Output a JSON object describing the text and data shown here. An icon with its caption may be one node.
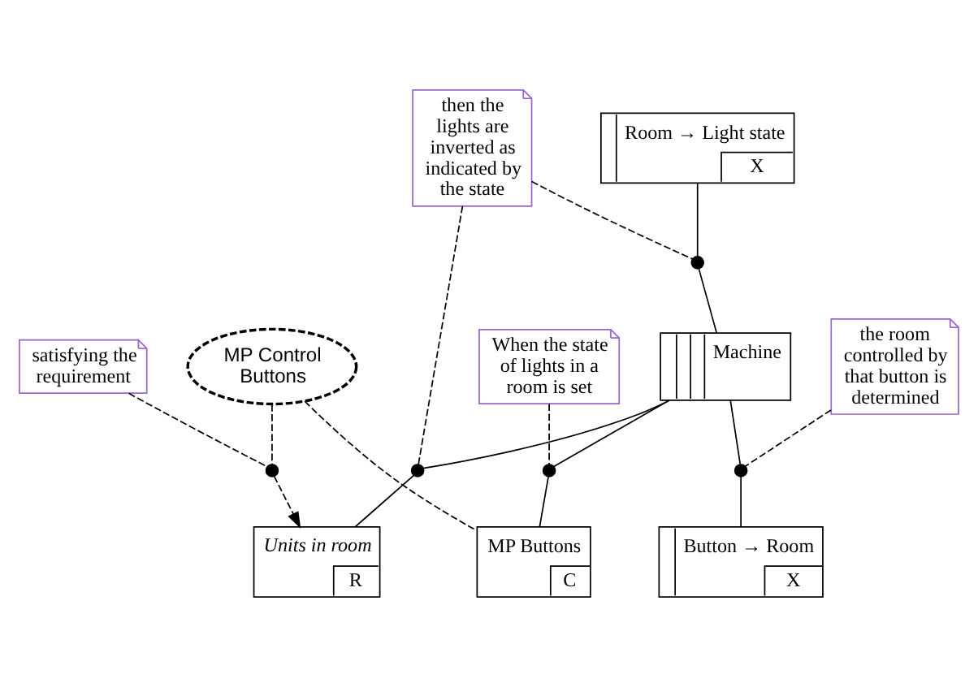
{
  "diagram": {
    "nodes": [
      {
        "text": [
          "then the lights are inverted as indicated by the state"
        ]
      },
      {
        "text": [
          "Room → Light state",
          "X"
        ]
      },
      {
        "text": [
          "Units in room",
          "R"
        ]
      },
      {
        "text": [
          "satisfying the requirement"
        ]
      },
      {
        "text": [
          "Machine"
        ]
      },
      {
        "text": [
          "MP Control Buttons"
        ]
      },
      {
        "text": [
          "the room controlled by that button is determined"
        ]
      },
      {
        "text": [
          "Button → Room",
          "X"
        ]
      },
      {
        "text": [
          "MP Buttons",
          "C"
        ]
      },
      {
        "text": [
          "When the state of lights in a room is set"
        ]
      },
      {
        "text": [],
        "shape": "circle"
      },
      {
        "text": [],
        "shape": "circle"
      },
      {
        "text": [],
        "shape": "circle"
      },
      {
        "text": [],
        "shape": "circle"
      },
      {
        "text": [],
        "shape": "circle"
      }
    ],
    "edges": [
      {
        "from": 1,
        "to": 12,
        "arrow": "none"
      },
      {
        "from": 12,
        "to": 4,
        "arrow": "none"
      },
      {
        "from": 4,
        "to": 11,
        "arrow": "none"
      },
      {
        "from": 11,
        "to": 2,
        "arrow": "none"
      },
      {
        "from": 5,
        "to": 10,
        "arrow": "none",
        "style": "dashed"
      },
      {
        "from": 10,
        "to": 2,
        "arrow": "to",
        "style": "dashed"
      },
      {
        "from": 4,
        "to": 13,
        "arrow": "none"
      },
      {
        "from": 13,
        "to": 7,
        "arrow": "none"
      },
      {
        "from": 4,
        "to": 14,
        "arrow": "none"
      },
      {
        "from": 14,
        "to": 8,
        "arrow": "none"
      },
      {
        "from": 5,
        "to": 8,
        "arrow": "none",
        "style": "dashed"
      },
      {
        "from": 0,
        "to": 11,
        "arrow": "none",
        "style": "dashed"
      },
      {
        "from": 0,
        "to": 12,
        "arrow": "none",
        "style": "dashed"
      },
      {
        "from": 3,
        "to": 10,
        "arrow": "none",
        "style": "dashed"
      },
      {
        "from": 6,
        "to": 13,
        "arrow": "none",
        "style": "dashed"
      },
      {
        "from": 9,
        "to": 14,
        "arrow": "none",
        "style": "dashed"
      }
    ]
  }
}
